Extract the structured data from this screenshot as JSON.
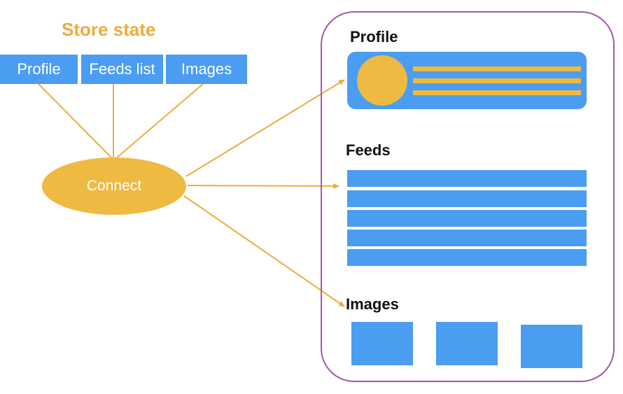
{
  "store": {
    "title": "Store state",
    "items": [
      {
        "label": "Profile"
      },
      {
        "label": "Feeds list"
      },
      {
        "label": "Images"
      }
    ]
  },
  "connect": {
    "label": "Connect"
  },
  "panel": {
    "profile_label": "Profile",
    "feeds_label": "Feeds",
    "images_label": "Images"
  },
  "colors": {
    "orange": "#eeba42",
    "blue": "#4a9df1",
    "panel_border": "#a358a8"
  }
}
